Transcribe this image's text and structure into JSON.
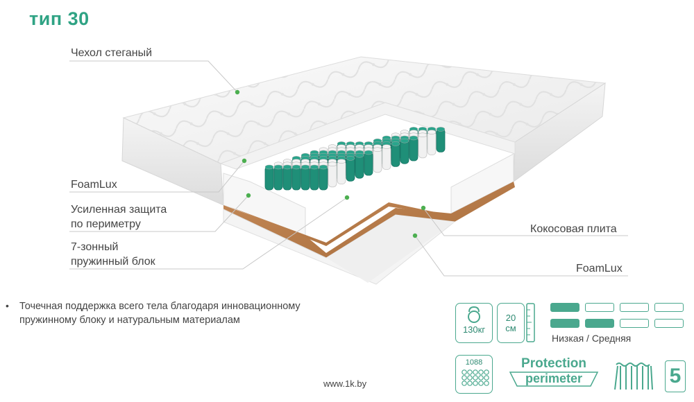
{
  "title": "тип 30",
  "labels": {
    "cover": "Чехол стеганый",
    "foamlux_left": "FoamLux",
    "perimeter_line1": "Усиленная защита",
    "perimeter_line2": "по периметру",
    "spring_line1": "7-зонный",
    "spring_line2": "пружинный блок",
    "coconut": "Кокосовая плита",
    "foamlux_right": "FoamLux"
  },
  "description_line1": "Точечная поддержка всего тела благодаря инновационному",
  "description_line2": "пружинному блоку и натуральным материалам",
  "bullet_symbol": "•",
  "badges": {
    "weight": "130кг",
    "height_value": "20",
    "height_unit": "см",
    "springs": "1088",
    "protection_line1": "Protection",
    "protection_line2": "perimeter",
    "zones": "5"
  },
  "firmness": {
    "caption": "Низкая / Средняя",
    "side1_level": 1,
    "side2_level": 2,
    "segments": 4
  },
  "footer": "www.1k.by",
  "colors": {
    "accent": "#2fa384",
    "spring_green": "#1f8f78",
    "coconut": "#b87a4a",
    "leader": "#c8c8c8"
  }
}
